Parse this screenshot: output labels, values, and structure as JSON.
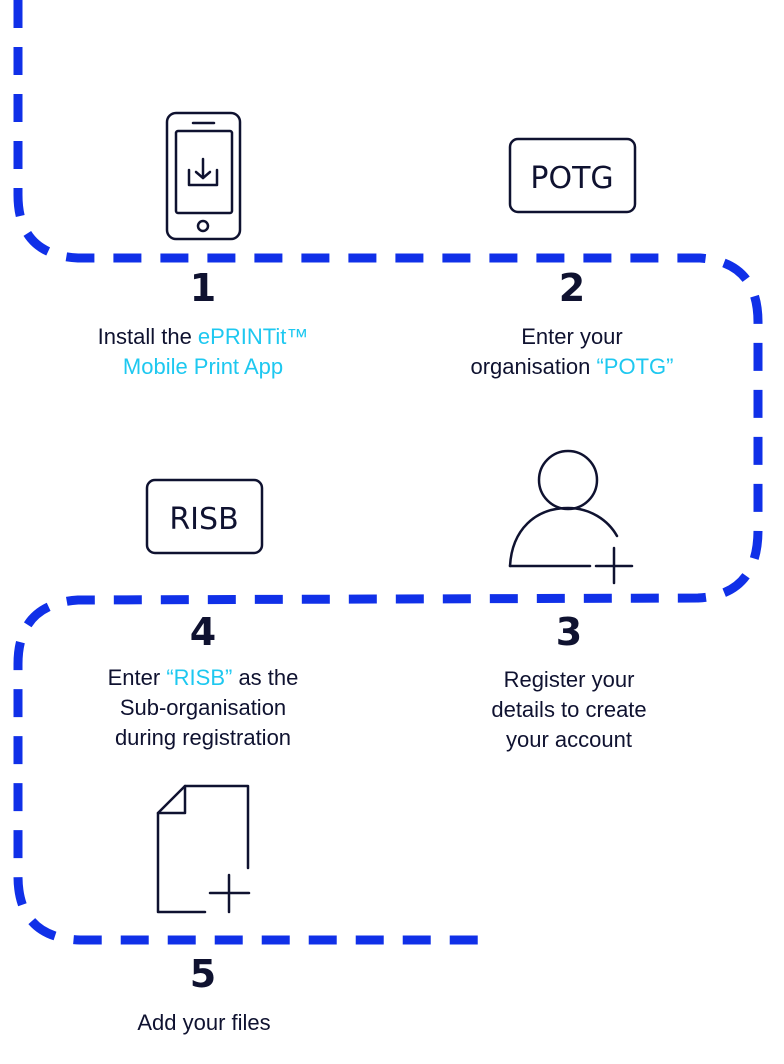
{
  "colors": {
    "path": "#1030e8",
    "ink": "#0f1230",
    "highlight": "#1ec8f0"
  },
  "icons": {
    "step1": "smartphone-download-icon",
    "step2": "code-box-icon",
    "step3": "add-user-icon",
    "step4": "code-box-icon",
    "step5": "add-file-icon"
  },
  "steps": {
    "s1": {
      "number": "1",
      "line1_pre": "Install the ",
      "line1_hl": "ePRINTit™",
      "line2_hl": "Mobile Print App"
    },
    "s2": {
      "number": "2",
      "box_text": "POTG",
      "line1": "Enter your",
      "line2_pre": "organisation ",
      "line2_hl": "“POTG”"
    },
    "s3": {
      "number": "3",
      "line1": "Register your",
      "line2": "details to create",
      "line3": "your account"
    },
    "s4": {
      "number": "4",
      "box_text": "RISB",
      "line1_pre": "Enter ",
      "line1_hl": "“RISB”",
      "line1_post": " as the",
      "line2": "Sub-organisation",
      "line3": "during registration"
    },
    "s5": {
      "number": "5",
      "line1": "Add your files"
    }
  }
}
